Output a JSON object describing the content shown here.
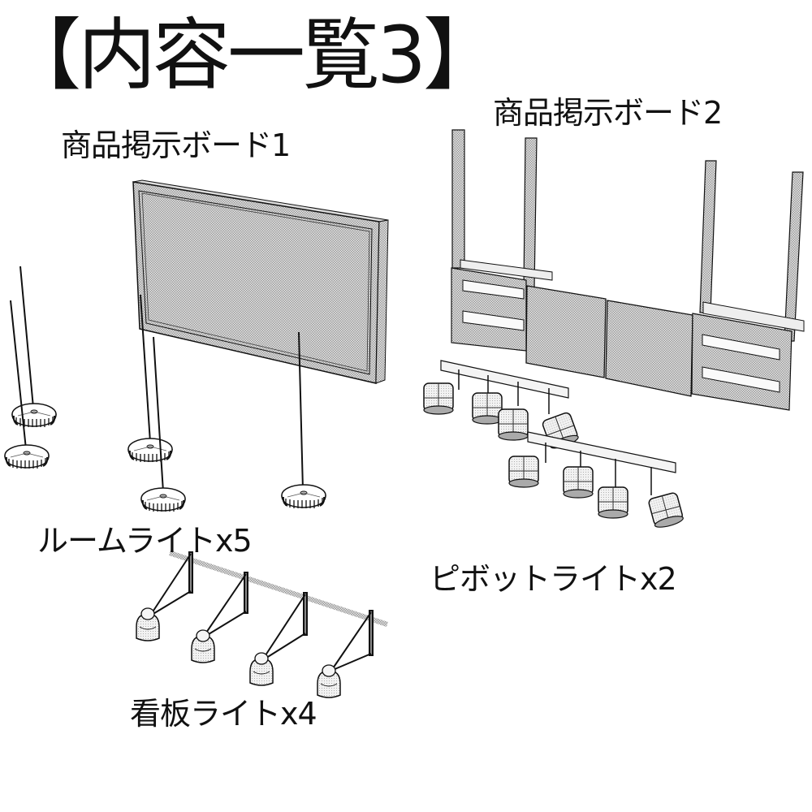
{
  "title": "【内容一覧3】",
  "items": [
    {
      "label": "商品掲示ボード1",
      "name": "product-board-1"
    },
    {
      "label": "商品掲示ボード2",
      "name": "product-board-2"
    },
    {
      "label": "ルームライトx5",
      "name": "room-light-x5"
    },
    {
      "label": "ピボットライトx2",
      "name": "pivot-light-x2"
    },
    {
      "label": "看板ライトx4",
      "name": "sign-light-x4"
    }
  ],
  "colors": {
    "ink": "#111111",
    "tone": "#c8c8c8",
    "background": "#ffffff"
  }
}
